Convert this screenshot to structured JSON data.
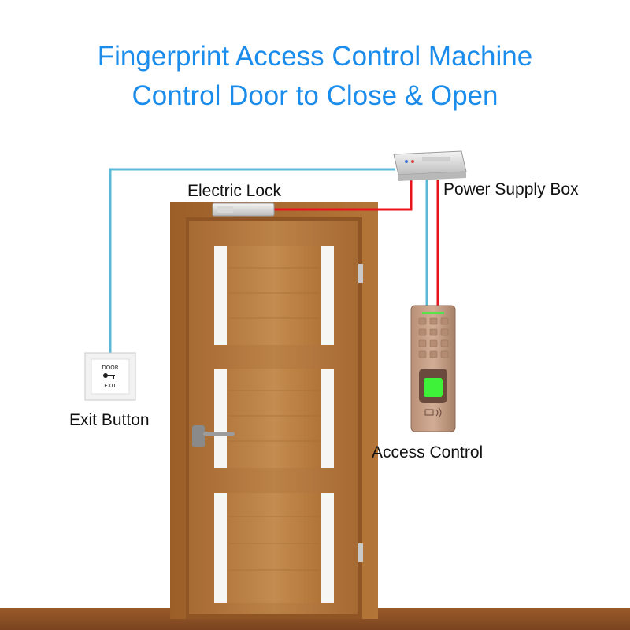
{
  "title": {
    "line1": "Fingerprint Access Control Machine",
    "line2": "Control Door to Close & Open"
  },
  "labels": {
    "electric_lock": "Electric Lock",
    "power_supply_box": "Power Supply Box",
    "exit_button": "Exit Button",
    "access_control": "Access Control"
  },
  "exit_button_plate": {
    "top_text": "DOOR",
    "bottom_text": "EXIT"
  },
  "colors": {
    "title": "#1a8cec",
    "wire_blue": "#5bb8d6",
    "wire_red": "#e8141b",
    "door_wood": "#b2783f",
    "frame_wood": "#a9692f",
    "floor": "#8a4f24",
    "fingerprint_sensor": "#3ef23a"
  }
}
